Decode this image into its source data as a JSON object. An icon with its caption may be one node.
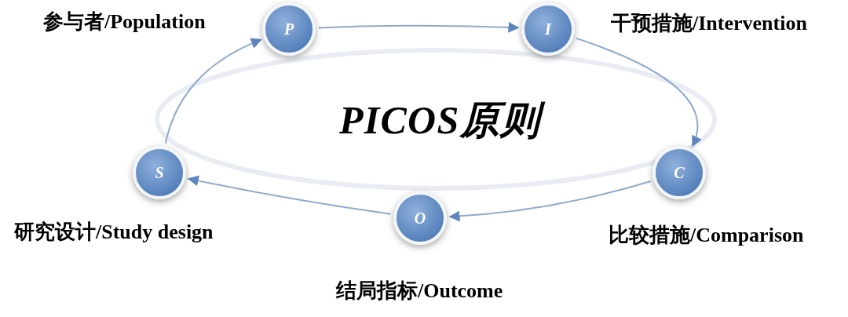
{
  "diagram": {
    "nodes": [
      {
        "text": [
          "PICOS原则"
        ]
      },
      {
        "text": [
          "P"
        ],
        "beside": [
          "参与者/Population"
        ]
      },
      {
        "text": [
          "I"
        ],
        "beside": [
          "干预措施/Intervention"
        ]
      },
      {
        "text": [
          "C"
        ],
        "beside": [
          "比较措施/Comparison"
        ]
      },
      {
        "text": [
          "O"
        ],
        "beside": [
          "结局指标/Outcome"
        ]
      },
      {
        "text": [
          "S"
        ],
        "beside": [
          "研究设计/Study design"
        ]
      }
    ],
    "edges": [
      {
        "from": 1,
        "to": 2,
        "arrow": "to"
      },
      {
        "from": 2,
        "to": 3,
        "arrow": "to"
      },
      {
        "from": 3,
        "to": 4,
        "arrow": "to"
      },
      {
        "from": 4,
        "to": 5,
        "arrow": "to"
      },
      {
        "from": 5,
        "to": 1,
        "arrow": "to"
      }
    ]
  }
}
